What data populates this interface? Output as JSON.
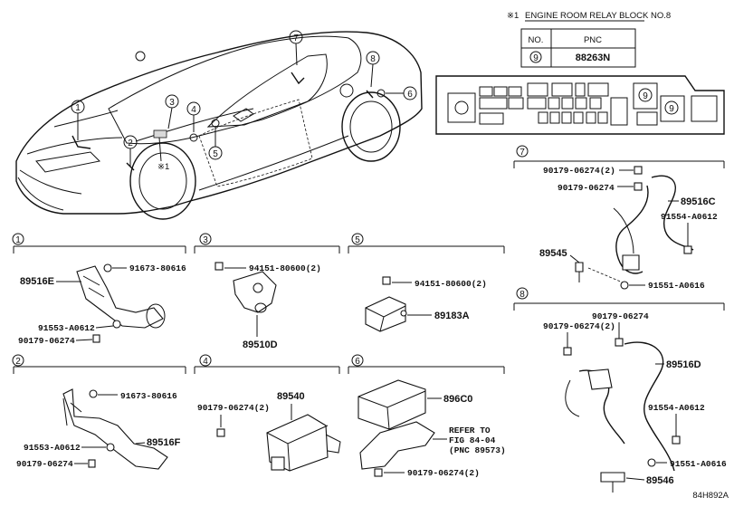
{
  "relay_block": {
    "title": "ENGINE ROOM RELAY BLOCK NO.8",
    "marker": "※1",
    "table_headers": [
      "NO.",
      "PNC"
    ],
    "table_row": {
      "no": "9",
      "pnc": "88263N"
    },
    "callout": "9"
  },
  "car": {
    "callouts": [
      "1",
      "2",
      "3",
      "4",
      "5",
      "6",
      "7",
      "8"
    ],
    "marker": "※1"
  },
  "groups": [
    {
      "id": "1",
      "parts": [
        "89516E",
        "91673-80616",
        "91553-A0612",
        "90179-06274"
      ]
    },
    {
      "id": "2",
      "parts": [
        "91673-80616",
        "91553-A0612",
        "89516F",
        "90179-06274"
      ]
    },
    {
      "id": "3",
      "parts": [
        "94151-80600(2)",
        "89510D"
      ]
    },
    {
      "id": "4",
      "parts": [
        "89540",
        "90179-06274(2)"
      ]
    },
    {
      "id": "5",
      "parts": [
        "94151-80600(2)",
        "89183A"
      ]
    },
    {
      "id": "6",
      "parts": [
        "896C0",
        "REFER TO",
        "FIG 84-04",
        "(PNC 89573)",
        "90179-06274(2)"
      ]
    },
    {
      "id": "7",
      "parts": [
        "90179-06274(2)",
        "90179-06274",
        "89516C",
        "91554-A0612",
        "89545",
        "91551-A0616"
      ]
    },
    {
      "id": "8",
      "parts": [
        "90179-06274",
        "90179-06274(2)",
        "89516D",
        "91554-A0612",
        "91551-A0616",
        "89546"
      ]
    }
  ],
  "figure_code": "84H892A"
}
